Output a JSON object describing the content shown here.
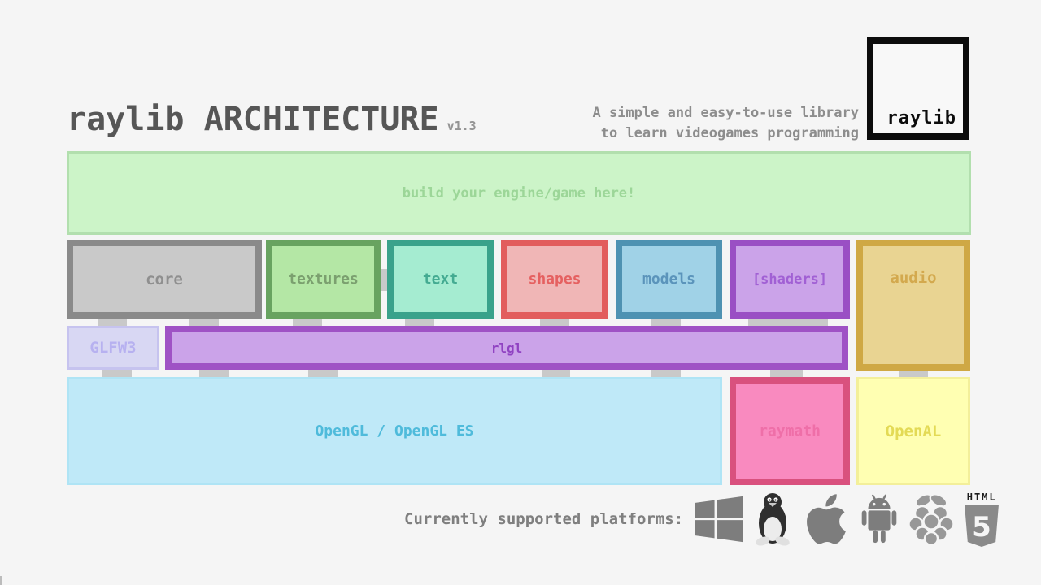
{
  "header": {
    "title": "raylib ARCHITECTURE",
    "version": "v1.3",
    "tagline_line1": "A simple and easy-to-use library",
    "tagline_line2": "to learn videogames programming",
    "logo_text": "raylib"
  },
  "engine_box": {
    "label": "build your engine/game here!",
    "fill": "#ccf4c8",
    "border": "#b2dfae",
    "text_color": "#9cd698"
  },
  "modules": [
    {
      "label": "core",
      "color": "#8a8a8a",
      "fill": "#c9c9c9"
    },
    {
      "label": "textures",
      "color": "#68a360",
      "fill": "#b4e7a5"
    },
    {
      "label": "text",
      "color": "#3aa28b",
      "fill": "#a5ecd1"
    },
    {
      "label": "shapes",
      "color": "#e25d5d",
      "fill": "#f0b6b6"
    },
    {
      "label": "models",
      "color": "#4e92b2",
      "fill": "#a0d2e7"
    },
    {
      "label": "[shaders]",
      "color": "#9a4fc4",
      "fill": "#cba3e9"
    },
    {
      "label": "audio",
      "color": "#cfa844",
      "fill": "#e9d492"
    }
  ],
  "middle_layer": [
    {
      "label": "GLFW3",
      "color": "#c6c3ef",
      "fill": "#d8d7f3"
    },
    {
      "label": "rlgl",
      "color": "#9f52c5",
      "fill": "#cba3e9"
    }
  ],
  "bottom_layer": [
    {
      "label": "OpenGL / OpenGL ES",
      "color": "#4fbbdb",
      "fill": "#bfe9f8"
    },
    {
      "label": "raymath",
      "color": "#d9517e",
      "fill": "#f98abf"
    },
    {
      "label": "OpenAL",
      "color": "#e3da55",
      "fill": "#ffffb2"
    }
  ],
  "platforms": {
    "label": "Currently supported platforms:",
    "icons": [
      "windows",
      "linux",
      "apple",
      "android",
      "raspberry-pi",
      "html5"
    ],
    "html5_text": "HTML",
    "html5_number": "5",
    "icon_color": "#7d7d7d"
  }
}
